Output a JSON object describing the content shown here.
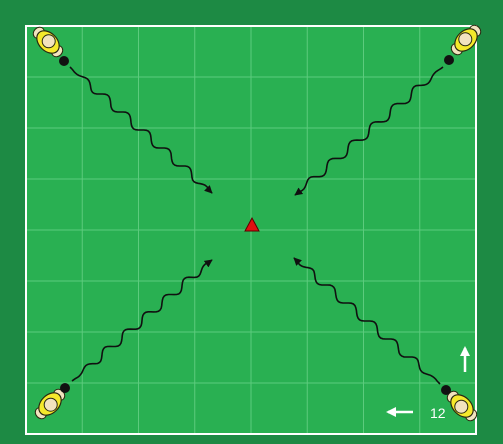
{
  "diagram": {
    "colors": {
      "outer_pitch": "#1d8a44",
      "inner_pitch": "#29b052",
      "grid_line": "#5ccb7d",
      "boundary": "#ffffff",
      "player_shirt": "#f5e92b",
      "player_skin": "#f2e3bf",
      "player_outline": "#2a2a10",
      "dribble_path": "#101010",
      "target_cone": "#e01010",
      "ball": "#111111"
    },
    "grid": {
      "columns": 8,
      "rows": 8
    },
    "players": [
      {
        "id": "top-left",
        "icon": "player-icon"
      },
      {
        "id": "top-right",
        "icon": "player-icon"
      },
      {
        "id": "bottom-left",
        "icon": "player-icon"
      },
      {
        "id": "bottom-right",
        "icon": "player-icon"
      }
    ],
    "target": {
      "icon": "triangle-cone-icon"
    },
    "scale": {
      "label": "12"
    }
  }
}
